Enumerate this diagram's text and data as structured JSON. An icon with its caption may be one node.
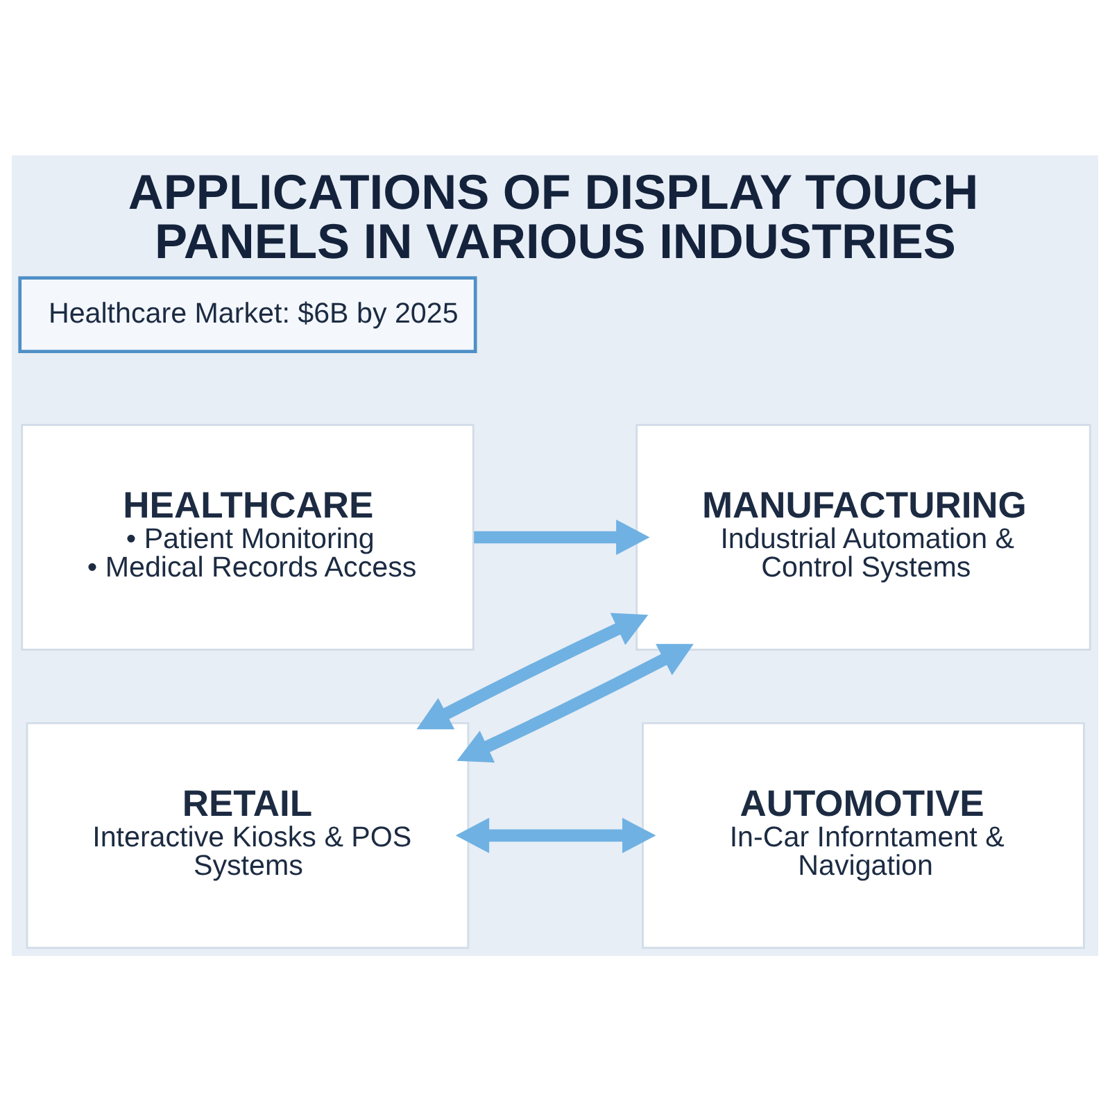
{
  "diagram": {
    "title": "APPLICATIONS OF DISPLAY TOUCH PANELS IN VARIOUS INDUSTRIES",
    "nodes": [
      {
        "text": [
          "HEALTHCARE",
          "• Patient Monitoring",
          "• Medical Records Access"
        ]
      },
      {
        "text": [
          "MANUFACTURING",
          "Industrial Automation & Control Systems"
        ]
      },
      {
        "text": [
          "Healthcare Market: $6B by 2025"
        ]
      },
      {
        "text": [
          "RETAIL",
          "Interactive Kiosks & POS Systems"
        ]
      },
      {
        "text": [
          "AUTOMOTIVE",
          "In-Car Inforntament & Navigation"
        ]
      }
    ],
    "edges": [
      {
        "from": 0,
        "to": 1,
        "arrow": "to"
      },
      {
        "from": 3,
        "to": 1,
        "arrow": "both"
      },
      {
        "from": 1,
        "to": 3,
        "arrow": "both"
      },
      {
        "from": 3,
        "to": 4,
        "arrow": "both"
      }
    ]
  }
}
